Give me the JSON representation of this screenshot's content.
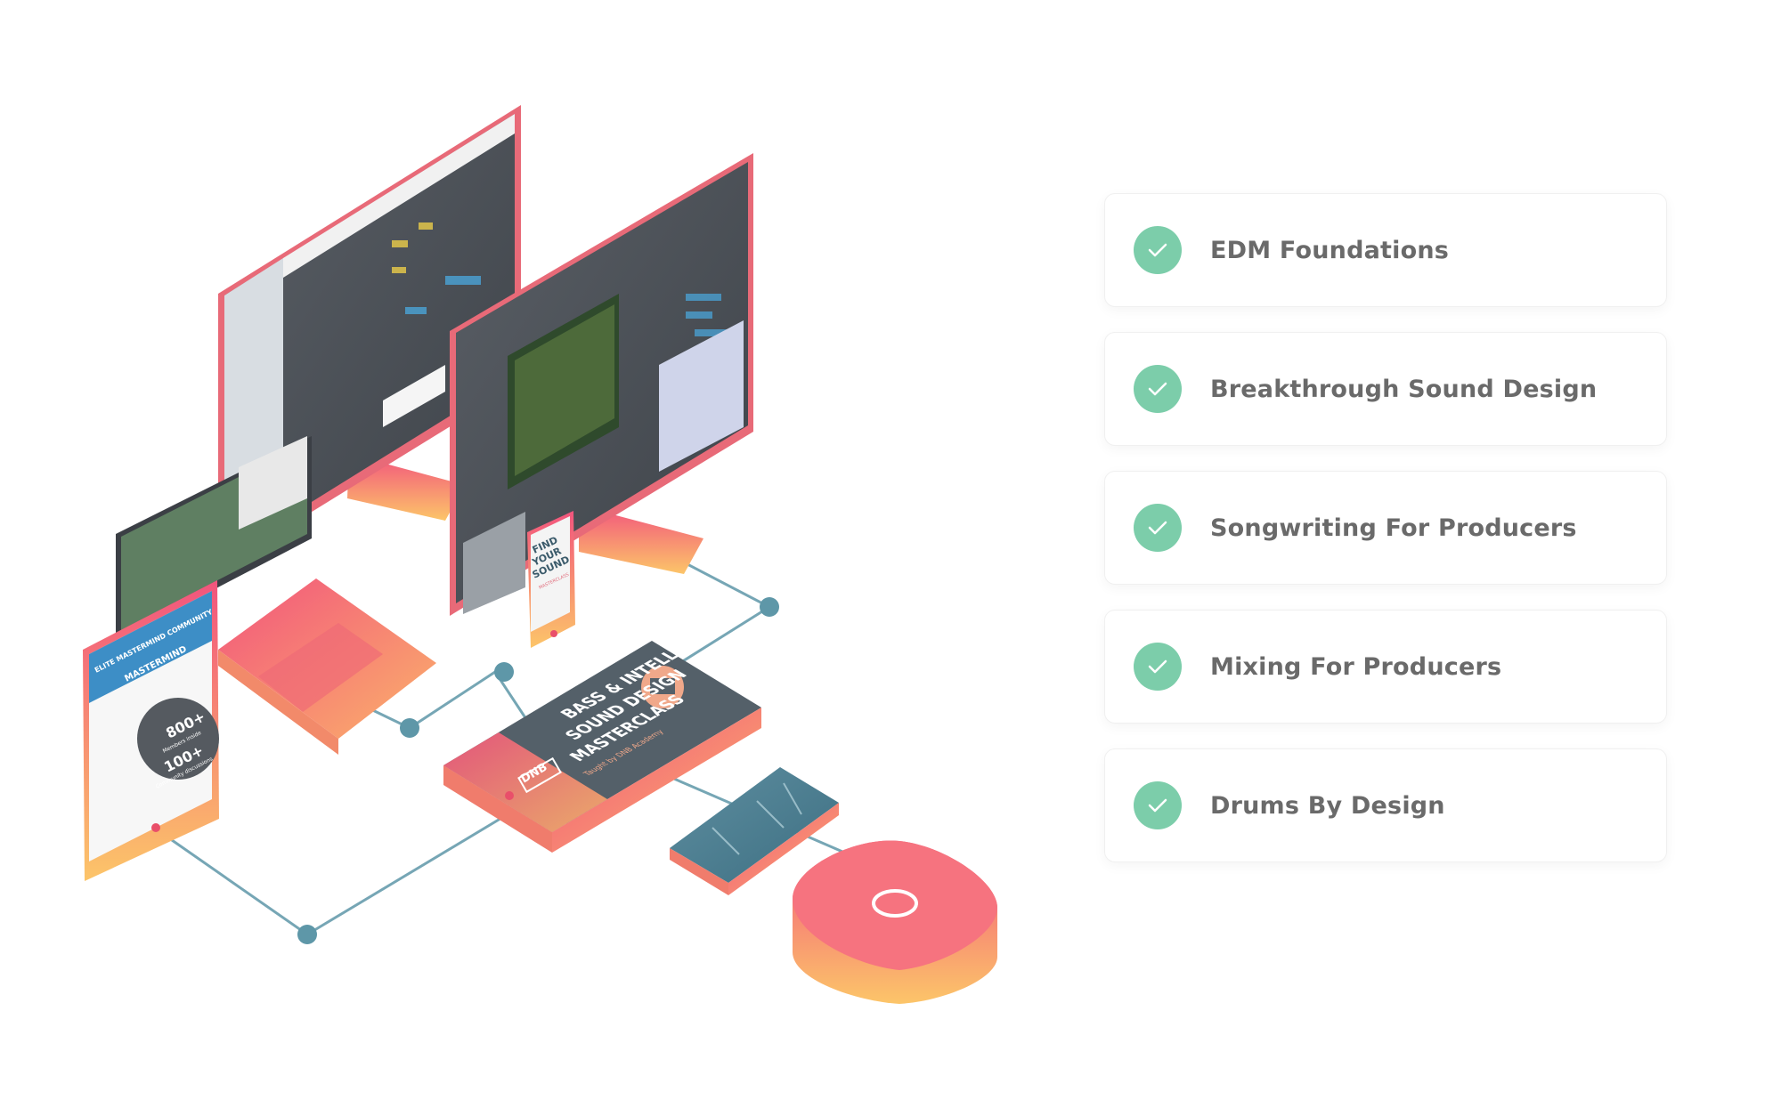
{
  "features": [
    {
      "label": "EDM Foundations"
    },
    {
      "label": "Breakthrough Sound Design"
    },
    {
      "label": "Songwriting For Producers"
    },
    {
      "label": "Mixing For Producers"
    },
    {
      "label": "Drums By Design"
    }
  ],
  "illustration": {
    "tablet_left": {
      "header": "ELITE MASTERMIND COMMUNITY",
      "title": "MASTERMIND",
      "stat1_value": "800+",
      "stat1_label": "Members inside",
      "stat2_value": "100+",
      "stat2_label": "Community discussions"
    },
    "phone_small": {
      "title_lines": [
        "FIND",
        "YOUR",
        "SOUND"
      ],
      "subtitle": "MASTERCLASS"
    },
    "tablet_center": {
      "title_lines": [
        "BASS & INTELLIGENT",
        "SOUND DESIGN",
        "MASTERCLASS"
      ],
      "taught_by": "Taught by DNB Academy",
      "badge": "DNB"
    }
  },
  "colors": {
    "check": "#7ccdaa",
    "accent_top": "#f2547d",
    "accent_bottom": "#fcc569",
    "connector": "#5e97a8",
    "label_text": "#6a6a6a"
  }
}
